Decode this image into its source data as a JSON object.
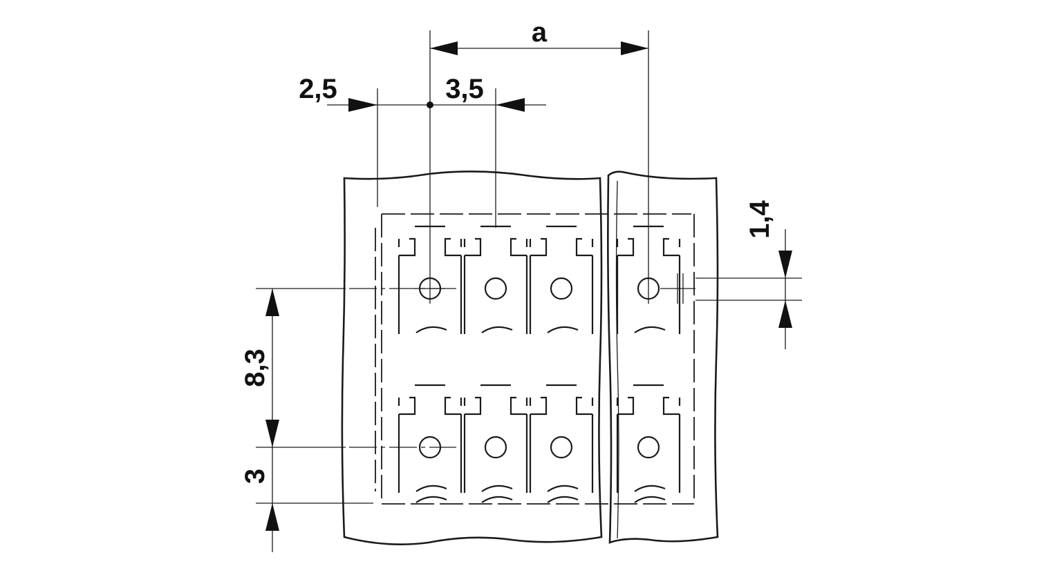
{
  "diagram": {
    "dimensions": {
      "pitch_label": "a",
      "offset_left": "2,5",
      "offset_right": "3,5",
      "hole_diameter": "1,4",
      "row_spacing": "8,3",
      "edge_distance": "3"
    },
    "grid": {
      "rows": 2,
      "columns_main_block": 3,
      "columns_side_block": 1
    },
    "colors": {
      "ink": "#1a1a1a",
      "background": "#ffffff"
    }
  }
}
